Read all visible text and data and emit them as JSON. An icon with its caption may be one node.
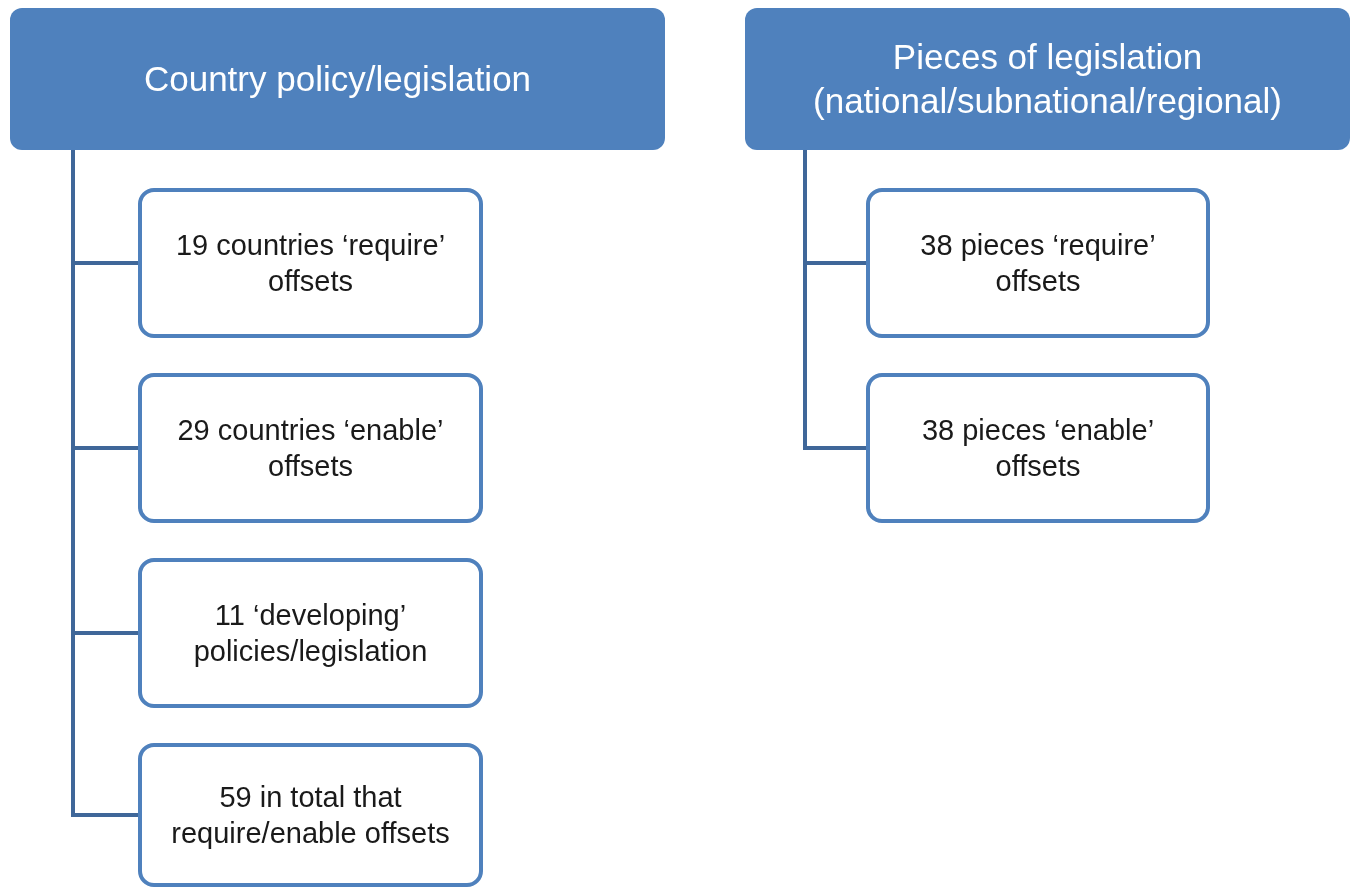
{
  "diagram": {
    "nodes": [
      {
        "text": [
          "Country policy/legislation"
        ]
      },
      {
        "text": [
          "19 countries ‘require’ offsets"
        ]
      },
      {
        "text": [
          "29 countries ‘enable’ offsets"
        ]
      },
      {
        "text": [
          "11 ‘developing’ policies/legislation"
        ]
      },
      {
        "text": [
          "59 in total that require/enable offsets"
        ]
      },
      {
        "text": [
          "Pieces of legislation (national/subnational/regional)"
        ]
      },
      {
        "text": [
          "38 pieces ‘require’ offsets"
        ]
      },
      {
        "text": [
          "38 pieces ‘enable’ offsets"
        ]
      }
    ],
    "edges": [
      {
        "from": 0,
        "to": 1,
        "arrow": "none"
      },
      {
        "from": 0,
        "to": 2,
        "arrow": "none"
      },
      {
        "from": 0,
        "to": 3,
        "arrow": "none"
      },
      {
        "from": 0,
        "to": 4,
        "arrow": "none"
      },
      {
        "from": 5,
        "to": 6,
        "arrow": "none"
      },
      {
        "from": 5,
        "to": 7,
        "arrow": "none"
      }
    ]
  }
}
